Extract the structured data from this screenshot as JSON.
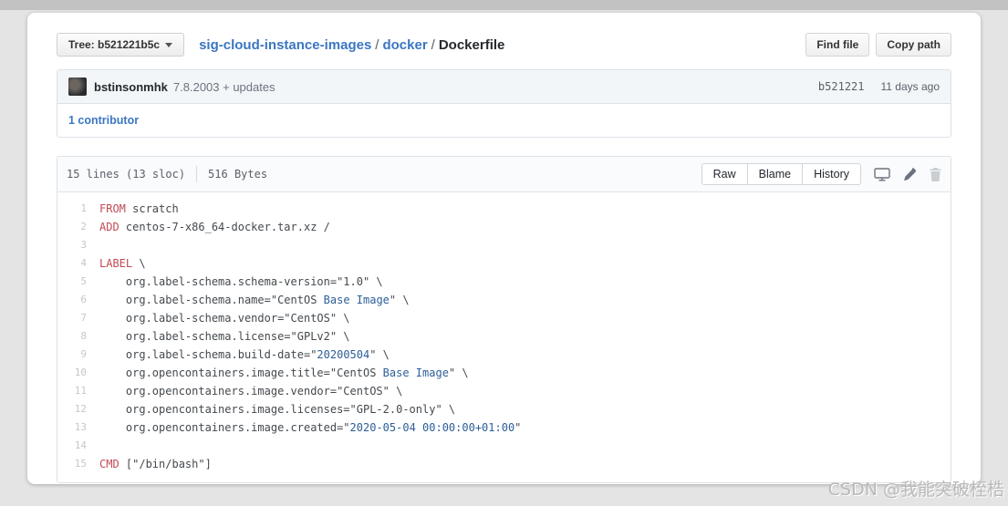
{
  "toolbar": {
    "tree_button": "Tree: b521221b5c",
    "breadcrumb": [
      {
        "label": "sig-cloud-instance-images",
        "type": "link"
      },
      {
        "label": "docker",
        "type": "link"
      },
      {
        "label": "Dockerfile",
        "type": "current"
      }
    ],
    "find_file_label": "Find file",
    "copy_path_label": "Copy path"
  },
  "commit": {
    "author": "bstinsonmhk",
    "message": "7.8.2003 + updates",
    "sha": "b521221",
    "time": "11 days ago",
    "contributors": "1 contributor"
  },
  "file": {
    "lines_info": "15 lines (13 sloc)",
    "size": "516 Bytes",
    "buttons": [
      "Raw",
      "Blame",
      "History"
    ],
    "icons": [
      "display-icon",
      "pencil-icon",
      "trash-icon"
    ]
  },
  "colors": {
    "link_blue": "#3b76c2",
    "keyword_red": "#c14953",
    "string_blue": "#2c5e97",
    "commit_bar_bg": "#f3f6f9",
    "file_header_bg": "#fafbfc"
  },
  "code": {
    "lines": [
      [
        [
          "k",
          "FROM"
        ],
        [
          "p",
          " scratch"
        ]
      ],
      [
        [
          "k",
          "ADD"
        ],
        [
          "p",
          " centos-7-x86_64-docker.tar.xz /"
        ]
      ],
      [],
      [
        [
          "k",
          "LABEL"
        ],
        [
          "p",
          " \\"
        ]
      ],
      [
        [
          "p",
          "    org.label-schema.schema-version=\"1.0\" \\"
        ]
      ],
      [
        [
          "p",
          "    org.label-schema.name=\"CentOS "
        ],
        [
          "b",
          "Base Image"
        ],
        [
          "p",
          "\" \\"
        ]
      ],
      [
        [
          "p",
          "    org.label-schema.vendor=\"CentOS\" \\"
        ]
      ],
      [
        [
          "p",
          "    org.label-schema.license=\"GPLv2\" \\"
        ]
      ],
      [
        [
          "p",
          "    org.label-schema.build-date=\""
        ],
        [
          "b",
          "20200504"
        ],
        [
          "p",
          "\" \\"
        ]
      ],
      [
        [
          "p",
          "    org.opencontainers.image.title=\"CentOS "
        ],
        [
          "b",
          "Base Image"
        ],
        [
          "p",
          "\" \\"
        ]
      ],
      [
        [
          "p",
          "    org.opencontainers.image.vendor=\"CentOS\" \\"
        ]
      ],
      [
        [
          "p",
          "    org.opencontainers.image.licenses=\"GPL-2.0-only\" \\"
        ]
      ],
      [
        [
          "p",
          "    org.opencontainers.image.created=\""
        ],
        [
          "b",
          "2020-05-04 00:00:00+01:00"
        ],
        [
          "p",
          "\""
        ]
      ],
      [],
      [
        [
          "k",
          "CMD"
        ],
        [
          "p",
          " [\"/bin/bash\"]"
        ]
      ]
    ]
  },
  "watermark": "CSDN @我能突破桎梏"
}
